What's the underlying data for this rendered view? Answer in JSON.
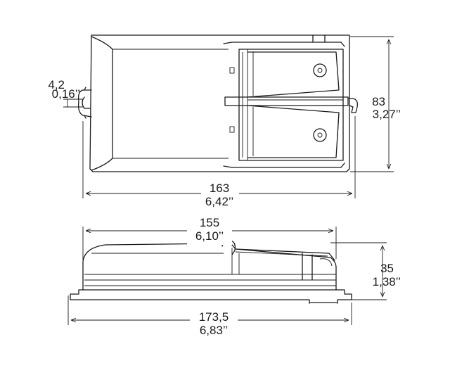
{
  "dimensions": {
    "top_length": {
      "mm": "163",
      "inch": "6,42’’"
    },
    "top_width": {
      "mm": "83",
      "inch": "3,27’’"
    },
    "slot": {
      "mm": "4,2",
      "inch": "0,16’’"
    },
    "side_body_length": {
      "mm": "155",
      "inch": "6,10’’"
    },
    "side_total_length": {
      "mm": "173,5",
      "inch": "6,83’’"
    },
    "side_height": {
      "mm": "35",
      "inch": "1,38’’"
    }
  }
}
